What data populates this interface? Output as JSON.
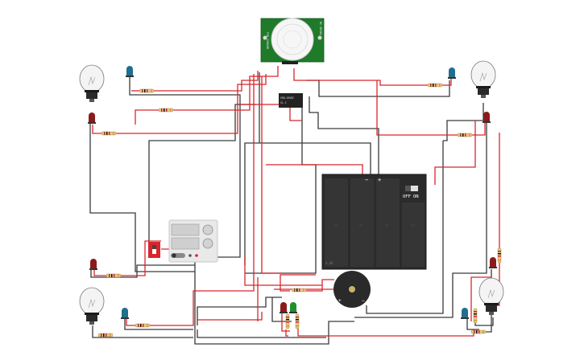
{
  "canvas": {
    "background": "#ffffff"
  },
  "colors": {
    "wire_red": "#d8262c",
    "wire_black": "#3a3a3a",
    "pir_board": "#1f7a2a",
    "battery_body": "#2b2b2b",
    "led_red": "#8b1b1b",
    "led_blue": "#1f6f8f",
    "led_green": "#1f8f2f",
    "slide_switch": "#d8262c",
    "bulb_glass": "#f2f2f2",
    "bulb_base": "#2a2a2a"
  },
  "pir_sensor": {
    "icon": "pir-motion-sensor-icon",
    "side_text_left": "PIR SENSOR",
    "side_text_right": "HC-SR501"
  },
  "relay": {
    "icon": "relay-module-icon",
    "label_line1": "SRD-05VDC",
    "label_line2": "SL-C"
  },
  "battery_pack": {
    "icon": "battery-pack-icon",
    "minus": "−",
    "plus": "+",
    "switch_off": "OFF",
    "switch_on": "ON",
    "cell_label": "AA",
    "corner_label": "4.8V"
  },
  "buzzer": {
    "icon": "piezo-buzzer-icon",
    "plus": "+",
    "minus": "−"
  },
  "power_meter": {
    "icon": "multimeter-icon"
  },
  "slide_switch": {
    "icon": "slide-switch-icon"
  },
  "bulbs": [
    {
      "id": "top-left",
      "icon": "light-bulb-icon"
    },
    {
      "id": "top-right",
      "icon": "light-bulb-icon"
    },
    {
      "id": "bottom-left",
      "icon": "light-bulb-icon"
    },
    {
      "id": "bottom-right",
      "icon": "light-bulb-icon"
    }
  ],
  "leds": [
    {
      "id": "blue-top-left",
      "color": "blue"
    },
    {
      "id": "red-top-left",
      "color": "red"
    },
    {
      "id": "blue-top-right",
      "color": "blue"
    },
    {
      "id": "red-top-right",
      "color": "red"
    },
    {
      "id": "red-mid-left",
      "color": "red"
    },
    {
      "id": "blue-bottom-left",
      "color": "blue"
    },
    {
      "id": "red-bottom-center",
      "color": "red"
    },
    {
      "id": "green-bottom-center",
      "color": "green"
    },
    {
      "id": "blue-bottom-right",
      "color": "blue"
    },
    {
      "id": "red-mid-right",
      "color": "red"
    }
  ]
}
